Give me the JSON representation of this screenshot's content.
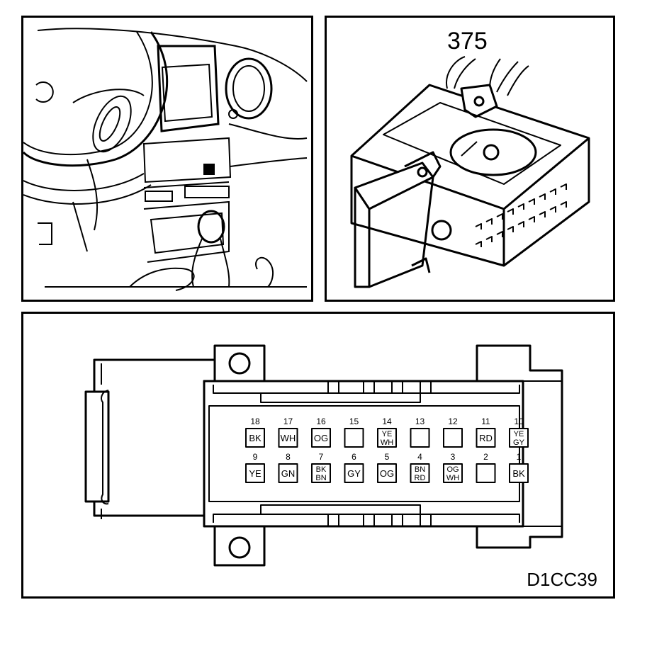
{
  "connector_id": "375",
  "figure_code": "D1CC39",
  "pins": [
    {
      "num": "18",
      "lines": [
        "BK"
      ]
    },
    {
      "num": "17",
      "lines": [
        "WH"
      ]
    },
    {
      "num": "16",
      "lines": [
        "OG"
      ]
    },
    {
      "num": "15",
      "lines": []
    },
    {
      "num": "14",
      "lines": [
        "YE",
        "WH"
      ]
    },
    {
      "num": "13",
      "lines": []
    },
    {
      "num": "12",
      "lines": []
    },
    {
      "num": "11",
      "lines": [
        "RD"
      ]
    },
    {
      "num": "10",
      "lines": [
        "YE",
        "GY"
      ]
    },
    {
      "num": "9",
      "lines": [
        "YE"
      ]
    },
    {
      "num": "8",
      "lines": [
        "GN"
      ]
    },
    {
      "num": "7",
      "lines": [
        "BK",
        "BN"
      ]
    },
    {
      "num": "6",
      "lines": [
        "GY"
      ]
    },
    {
      "num": "5",
      "lines": [
        "OG"
      ]
    },
    {
      "num": "4",
      "lines": [
        "BN",
        "RD"
      ]
    },
    {
      "num": "3",
      "lines": [
        "OG",
        "WH"
      ]
    },
    {
      "num": "2",
      "lines": []
    },
    {
      "num": "1",
      "lines": [
        "BK"
      ]
    }
  ]
}
